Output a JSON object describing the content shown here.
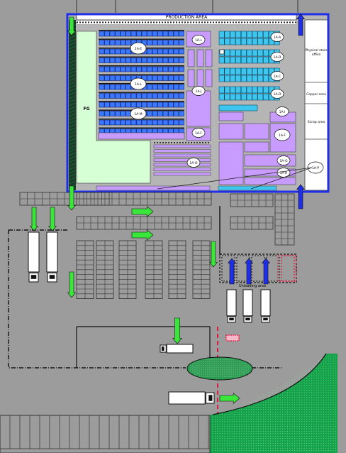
{
  "title": "PRODUCTION AREA",
  "fg_label": "FG",
  "zones": {
    "physical_store": "Physical store office",
    "copper_area": "Copper area",
    "scrap_area": "Scrap area"
  },
  "unloading_label": "Unloading area",
  "racks": [
    {
      "id": "1A-A"
    },
    {
      "id": "1A-B"
    },
    {
      "id": "1A-C"
    },
    {
      "id": "1A-D"
    },
    {
      "id": "1A-E"
    },
    {
      "id": "1A-F"
    },
    {
      "id": "1A-G"
    },
    {
      "id": "1A-H"
    },
    {
      "id": "1A-I"
    },
    {
      "id": "1A-J"
    },
    {
      "id": "1A-K"
    },
    {
      "id": "1A-L"
    },
    {
      "id": "1A-M"
    },
    {
      "id": "1A-N"
    },
    {
      "id": "1A-O"
    },
    {
      "id": "1A-P"
    }
  ],
  "colors": {
    "background": "#9c9c9c",
    "building_outline": "#1f2ee8",
    "rack_blue": "#3a78ff",
    "rack_cyan": "#3fc6ee",
    "rack_purple": "#c89bff",
    "fg_zone": "#d6ffd6",
    "flow_arrow": "#39e639",
    "dock_arrow": "#1f2ee8",
    "green_area": "#14a24a",
    "pond": "#2c9c52"
  }
}
